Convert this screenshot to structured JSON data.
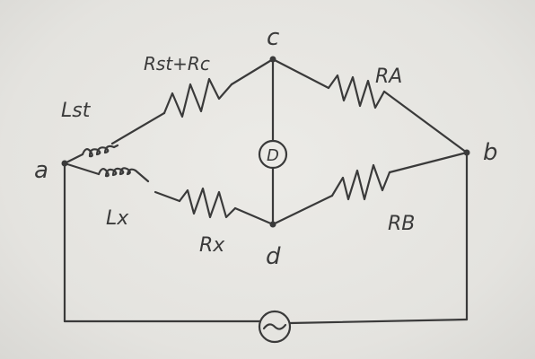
{
  "diagram": {
    "ink_color": "#3a3a3a",
    "paper_color": "#e7e6e2",
    "nodes": {
      "a": "a",
      "b": "b",
      "c": "c",
      "d": "d"
    },
    "components": {
      "lst": "Lst",
      "rst_rc": "Rst+Rc",
      "ra": "RA",
      "lx": "Lx",
      "rx": "Rx",
      "rb": "RB",
      "detector": "D",
      "source": "~"
    }
  }
}
